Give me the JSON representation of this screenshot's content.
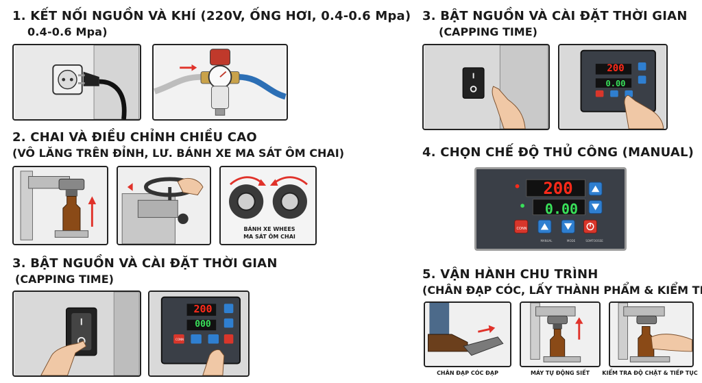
{
  "steps": {
    "step1": {
      "heading": "1. KẾT NỐI NGUỒN VÀ KHÍ (220V, ỐNG HƠI, 0.4-0.6 Mpa)",
      "subheading": "0.4-0.6 Mpa)"
    },
    "step2": {
      "heading": "2. CHAI VÀ ĐIỀU CHỈNH CHIỀU CAO",
      "subheading": "(VÔ LĂNG TRÊN ĐỈNH, LƯ. BÁNH XE MA SÁT ÔM CHAI)",
      "wheel_caption_line1": "BÁNH XE WHEES",
      "wheel_caption_line2": "MA SÁT ÔM CHAI"
    },
    "step3_left": {
      "heading": "3. BẬT NGUỒN VÀ CÀI ĐẶT THỜI GIAN",
      "subheading": "(CAPPING TIME)"
    },
    "step3_right": {
      "heading": "3. BẬT NGUỒN VÀ CÀI ĐẶT THỜI GIAN",
      "subheading": "(CAPPING TIME)"
    },
    "step4": {
      "heading": "4. CHỌN CHẾ ĐỘ THỦ CÔNG (MANUAL)"
    },
    "step5": {
      "heading": "5. VẬN HÀNH CHU TRÌNH",
      "subheading": "(CHÂN ĐẠP CÓC, LẤY THÀNH PHẨM & KIỂM TRA)",
      "caption1": "CHÂN ĐẠP CÓC ĐẠP",
      "caption2": "MÁY TỰ ĐỘNG SIẾT",
      "caption3": "KIỂM TRA ĐỘ CHẶT & TIẾP TỤC"
    }
  },
  "control_panel": {
    "set_display": "200",
    "actual_display": "0.00",
    "actual_display_small": "000",
    "conn_label": "CONN",
    "btn_labels": [
      "MANUAL",
      "MODE",
      "SOMTOOSSE"
    ]
  },
  "colors": {
    "panel_bg": "#3a3f47",
    "display_red": "#ff2a1a",
    "display_green": "#39e05a",
    "button_blue": "#2f7fd0",
    "button_red": "#d8362b",
    "arrow_red": "#e0322a"
  }
}
